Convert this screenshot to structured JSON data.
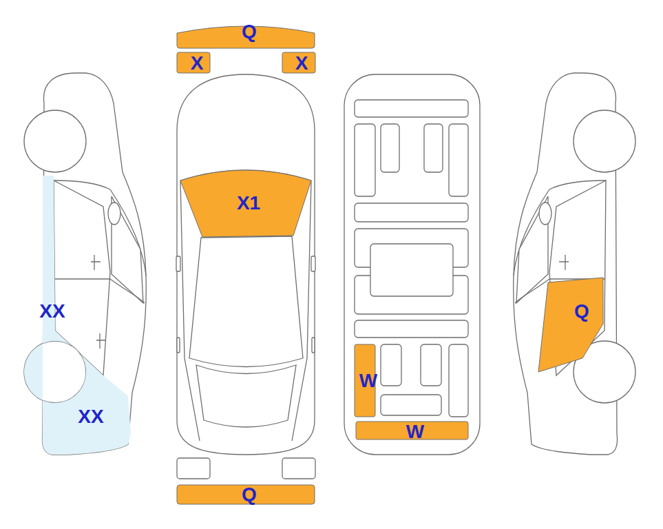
{
  "diagram": {
    "nodes": [
      {
        "text": [
          "Q"
        ]
      },
      {
        "text": [
          "X"
        ]
      },
      {
        "text": [
          "X"
        ]
      },
      {
        "text": [
          "X1"
        ]
      },
      {
        "text": [
          "XX",
          "XX"
        ]
      },
      {
        "text": [
          "Q"
        ]
      },
      {
        "text": [
          "W"
        ]
      },
      {
        "text": [
          "W"
        ]
      },
      {
        "text": [
          "Q"
        ]
      }
    ]
  }
}
